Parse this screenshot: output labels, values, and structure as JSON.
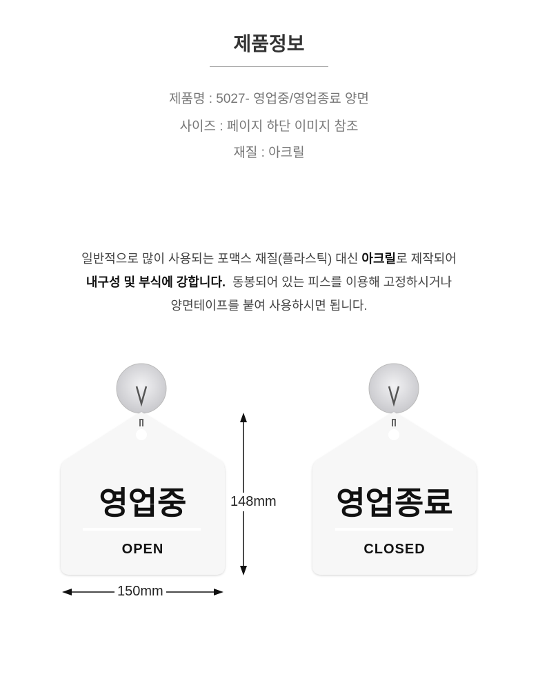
{
  "header": {
    "title": "제품정보"
  },
  "specs": [
    "제품명 : 5027- 영업중/영업종료 양면",
    "사이즈 : 페이지 하단 이미지 참조",
    "재질 : 아크릴"
  ],
  "description": {
    "line1_a": "일반적으로 많이 사용되는 포맥스 재질(플라스틱) 대신 ",
    "line1_bold": "아크릴",
    "line1_b": "로 제작되어",
    "line2_bold": "내구성 및 부식에 강합니다.",
    "line2_b": "  동봉되어 있는 피스를 이용해 고정하시거나",
    "line3": "양면테이프를 붙여 사용하시면 됩니다."
  },
  "signs": [
    {
      "korean": "영업중",
      "english": "OPEN"
    },
    {
      "korean": "영업종료",
      "english": "CLOSED"
    }
  ],
  "dimensions": {
    "height": "148mm",
    "width": "150mm"
  }
}
